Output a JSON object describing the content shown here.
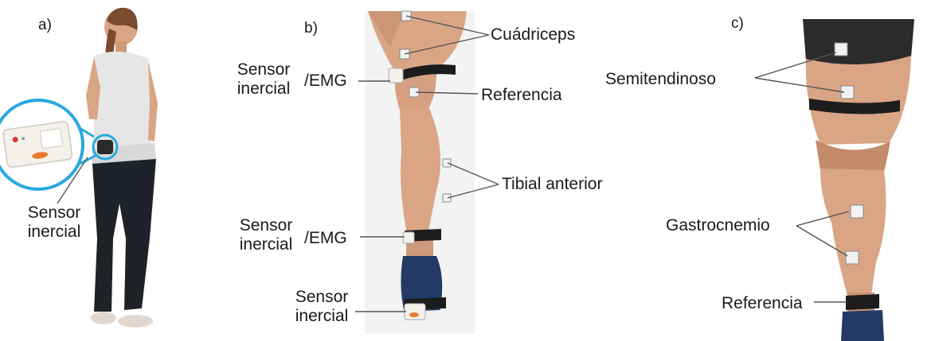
{
  "panels": [
    {
      "id": "a",
      "letter": "a)",
      "labels": [
        {
          "key": "sensor_inercial_lines",
          "lines": [
            "Sensor",
            "inercial"
          ]
        }
      ]
    },
    {
      "id": "b",
      "letter": "b)",
      "labels": [
        {
          "key": "cuadriceps",
          "text": "Cuádriceps"
        },
        {
          "key": "sensor_inercial_emg_1",
          "lines": [
            "Sensor",
            "inercial"
          ],
          "suffix": "/EMG"
        },
        {
          "key": "referencia",
          "text": "Referencia"
        },
        {
          "key": "tibial_anterior",
          "text": "Tibial anterior"
        },
        {
          "key": "sensor_inercial_emg_2",
          "lines": [
            "Sensor",
            "inercial"
          ],
          "suffix": "/EMG"
        },
        {
          "key": "sensor_inercial",
          "lines": [
            "Sensor",
            "inercial"
          ]
        }
      ]
    },
    {
      "id": "c",
      "letter": "c)",
      "labels": [
        {
          "key": "semitendinoso",
          "text": "Semitendinoso"
        },
        {
          "key": "gastrocnemio",
          "text": "Gastrocnemio"
        },
        {
          "key": "referencia",
          "text": "Referencia"
        }
      ]
    }
  ],
  "colors": {
    "skin": "#d9a585",
    "skin_shade": "#b97f5e",
    "strap": "#1c1c1c",
    "sensor_body": "#f4f1ea",
    "sensor_accent": "#e87a2b",
    "highlight_ring": "#29a8e0",
    "shirt": "#e6e6e6",
    "pants": "#1f2228",
    "hair": "#7a4a2e",
    "shoe_blue": "#233a66",
    "lead_line": "#555555"
  }
}
